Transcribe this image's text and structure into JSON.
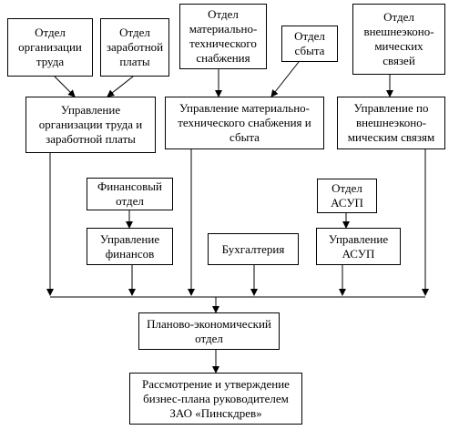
{
  "nodes": {
    "otdel_org_truda": "Отдел\nорганизации\nтруда",
    "otdel_zarplaty": "Отдел\nзаработной\nплаты",
    "otdel_mts": "Отдел\nматериально-\nтехнического\nснабжения",
    "otdel_sbyta": "Отдел\nсбыта",
    "otdel_ves": "Отдел\nвнешнеэконо-\nмических\nсвязей",
    "upr_otz": "Управление\nорганизации труда и\nзаработной платы",
    "upr_mts": "Управление материально-\nтехнического снабжения и\nсбыта",
    "upr_ves": "Управление по\nвнешнеэконо-\nмическим связям",
    "fin_otdel": "Финансовый\nотдел",
    "otdel_asup": "Отдел\nАСУП",
    "upr_finansov": "Управление\nфинансов",
    "buhgalteria": "Бухгалтерия",
    "upr_asup": "Управление\nАСУП",
    "peo": "Планово-экономический\nотдел",
    "rassmotrenie": "Рассмотрение и утверждение\nбизнес-плана руководителем\nЗАО «Пинскдрев»"
  },
  "line_color": "#000000"
}
